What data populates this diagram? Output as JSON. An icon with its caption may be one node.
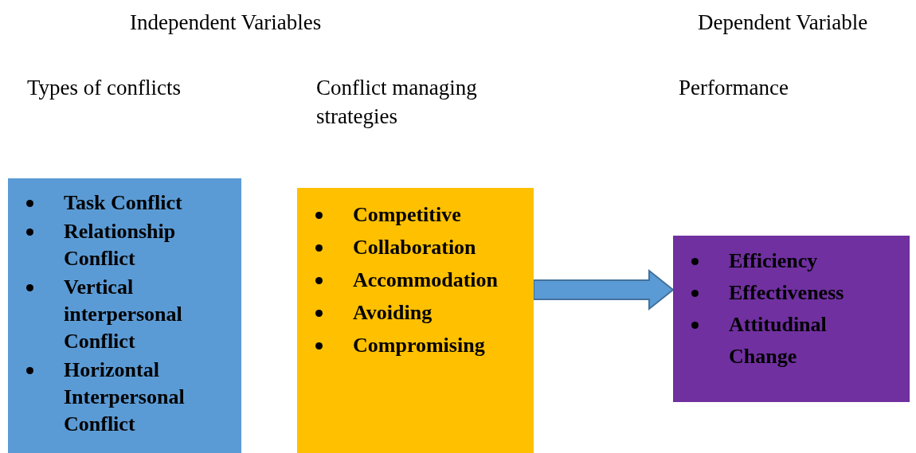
{
  "diagram": {
    "nodes": [
      {
        "text": [
          "Task Conflict",
          "Relationship Conflict",
          "Vertical interpersonal Conflict",
          "Horizontal Interpersonal Conflict"
        ]
      },
      {
        "text": [
          "Competitive",
          "Collaboration",
          "Accommodation",
          "Avoiding",
          "Compromising"
        ]
      },
      {
        "text": [
          "Efficiency",
          "Effectiveness",
          "Attitudinal Change"
        ]
      }
    ],
    "edges": [
      {
        "from": 1,
        "to": 2,
        "arrow": "to"
      }
    ],
    "labels": [
      "Independent Variables",
      "Dependent Variable",
      "Types of conflicts",
      "Conflict managing strategies",
      "Performance"
    ]
  }
}
